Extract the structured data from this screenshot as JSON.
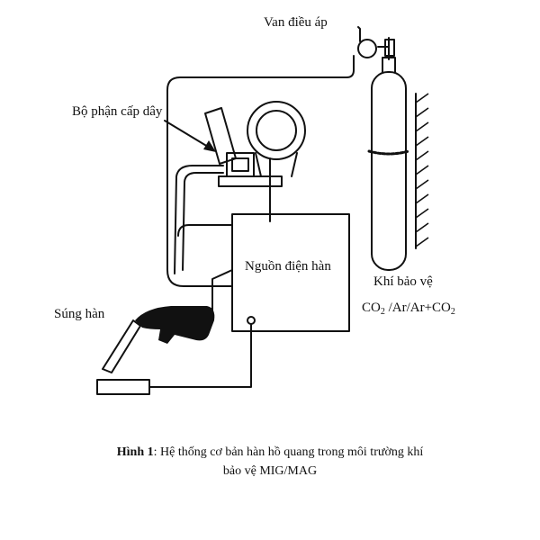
{
  "labels": {
    "regulator": "Van điều áp",
    "wire_feeder": "Bộ phận cấp dây",
    "power_source": "Nguồn điện hàn",
    "gun": "Súng hàn",
    "shield_gas": "Khí bảo vệ",
    "gas_formula": {
      "co_a": "CO",
      "sub_a": "2",
      "mid": " /Ar/Ar+CO",
      "sub_b": "2"
    }
  },
  "caption": {
    "prefix": "Hình 1",
    "line1": ": Hệ thống cơ bản hàn hồ quang trong môi trường khí",
    "line2": "bảo vệ MIG/MAG"
  }
}
